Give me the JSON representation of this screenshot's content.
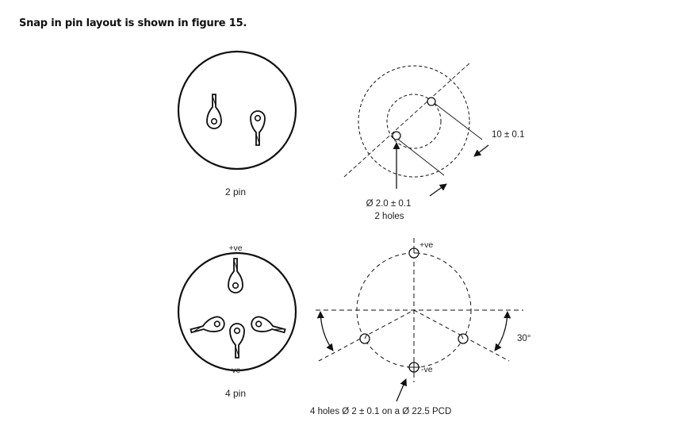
{
  "heading": "Snap in pin layout is shown in figure 15.",
  "two_pin": {
    "caption": "2 pin",
    "hole_diameter": "Ø 2.0 ± 0.1",
    "hole_count": "2 holes",
    "spacing": "10 ± 0.1"
  },
  "four_pin": {
    "caption": "4 pin",
    "positive_label": "+ve",
    "negative_label": "-ve",
    "positive_mark": "+ve",
    "negative_mark": "-ve",
    "angle": "30°",
    "holes_note": "4 holes Ø 2 ± 0.1 on a Ø 22.5 PCD"
  }
}
